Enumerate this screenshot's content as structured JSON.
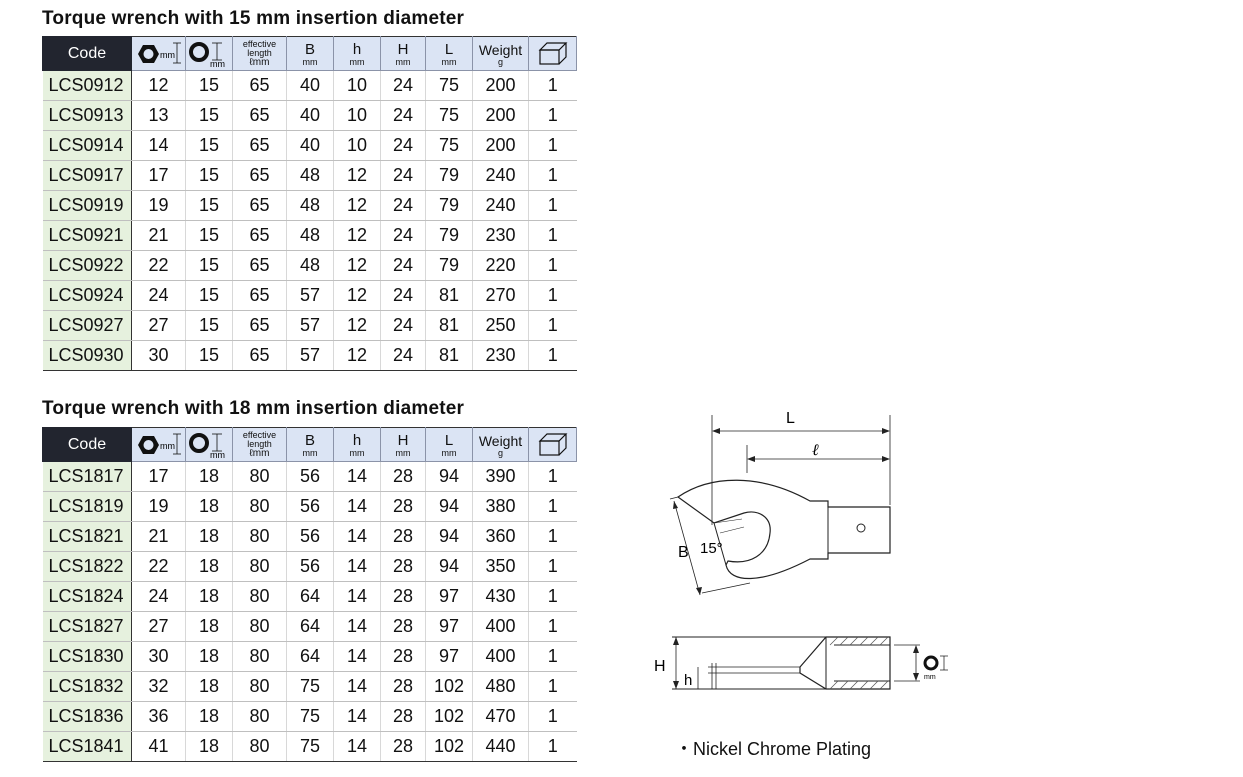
{
  "tables": [
    {
      "title": "Torque wrench with 15 mm insertion diameter",
      "headers": {
        "code": "Code",
        "hex_unit": "mm",
        "insert_unit": "mm",
        "eff_line1": "effective",
        "eff_line2": "length",
        "eff_line3": "ℓmm",
        "B": "B",
        "B_unit": "mm",
        "h": "h",
        "h_unit": "mm",
        "H": "H",
        "H_unit": "mm",
        "L": "L",
        "L_unit": "mm",
        "weight": "Weight",
        "weight_unit": "g"
      },
      "rows": [
        [
          "LCS0912",
          "12",
          "15",
          "65",
          "40",
          "10",
          "24",
          "75",
          "200",
          "1"
        ],
        [
          "LCS0913",
          "13",
          "15",
          "65",
          "40",
          "10",
          "24",
          "75",
          "200",
          "1"
        ],
        [
          "LCS0914",
          "14",
          "15",
          "65",
          "40",
          "10",
          "24",
          "75",
          "200",
          "1"
        ],
        [
          "LCS0917",
          "17",
          "15",
          "65",
          "48",
          "12",
          "24",
          "79",
          "240",
          "1"
        ],
        [
          "LCS0919",
          "19",
          "15",
          "65",
          "48",
          "12",
          "24",
          "79",
          "240",
          "1"
        ],
        [
          "LCS0921",
          "21",
          "15",
          "65",
          "48",
          "12",
          "24",
          "79",
          "230",
          "1"
        ],
        [
          "LCS0922",
          "22",
          "15",
          "65",
          "48",
          "12",
          "24",
          "79",
          "220",
          "1"
        ],
        [
          "LCS0924",
          "24",
          "15",
          "65",
          "57",
          "12",
          "24",
          "81",
          "270",
          "1"
        ],
        [
          "LCS0927",
          "27",
          "15",
          "65",
          "57",
          "12",
          "24",
          "81",
          "250",
          "1"
        ],
        [
          "LCS0930",
          "30",
          "15",
          "65",
          "57",
          "12",
          "24",
          "81",
          "230",
          "1"
        ]
      ]
    },
    {
      "title": "Torque wrench with 18 mm insertion diameter",
      "headers": {
        "code": "Code",
        "hex_unit": "mm",
        "insert_unit": "mm",
        "eff_line1": "effective",
        "eff_line2": "length",
        "eff_line3": "ℓmm",
        "B": "B",
        "B_unit": "mm",
        "h": "h",
        "h_unit": "mm",
        "H": "H",
        "H_unit": "mm",
        "L": "L",
        "L_unit": "mm",
        "weight": "Weight",
        "weight_unit": "g"
      },
      "rows": [
        [
          "LCS1817",
          "17",
          "18",
          "80",
          "56",
          "14",
          "28",
          "94",
          "390",
          "1"
        ],
        [
          "LCS1819",
          "19",
          "18",
          "80",
          "56",
          "14",
          "28",
          "94",
          "380",
          "1"
        ],
        [
          "LCS1821",
          "21",
          "18",
          "80",
          "56",
          "14",
          "28",
          "94",
          "360",
          "1"
        ],
        [
          "LCS1822",
          "22",
          "18",
          "80",
          "56",
          "14",
          "28",
          "94",
          "350",
          "1"
        ],
        [
          "LCS1824",
          "24",
          "18",
          "80",
          "64",
          "14",
          "28",
          "97",
          "430",
          "1"
        ],
        [
          "LCS1827",
          "27",
          "18",
          "80",
          "64",
          "14",
          "28",
          "97",
          "400",
          "1"
        ],
        [
          "LCS1830",
          "30",
          "18",
          "80",
          "64",
          "14",
          "28",
          "97",
          "400",
          "1"
        ],
        [
          "LCS1832",
          "32",
          "18",
          "80",
          "75",
          "14",
          "28",
          "102",
          "480",
          "1"
        ],
        [
          "LCS1836",
          "36",
          "18",
          "80",
          "75",
          "14",
          "28",
          "102",
          "470",
          "1"
        ],
        [
          "LCS1841",
          "41",
          "18",
          "80",
          "75",
          "14",
          "28",
          "102",
          "440",
          "1"
        ]
      ]
    }
  ],
  "diagram": {
    "label_L": "L",
    "label_l": "ℓ",
    "label_B": "B",
    "label_angle": "15°",
    "label_H": "H",
    "label_h": "h",
    "label_mm": "mm"
  },
  "note": "・Nickel Chrome Plating",
  "icons": {
    "hex": "hex-size-icon",
    "insert": "insertion-diameter-icon",
    "box": "package-quantity-icon"
  }
}
